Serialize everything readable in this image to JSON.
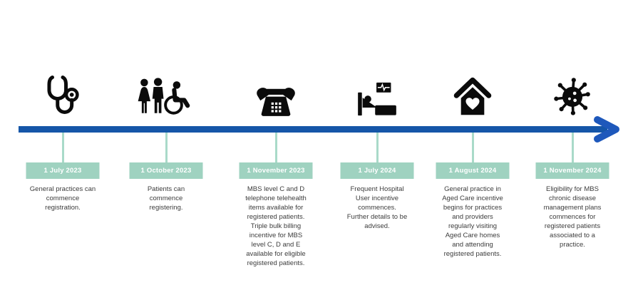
{
  "diagram": {
    "type": "timeline",
    "colors": {
      "timeline_bar": "#1556a8",
      "arrowhead": "#1e58bb",
      "connector": "#a9dac9",
      "date_box_bg": "#9fd2c0",
      "date_box_text": "#ffffff",
      "body_text": "#3c3c3c",
      "icon": "#0b0b0b",
      "background": "#ffffff"
    },
    "milestones": [
      {
        "icon": "stethoscope-icon",
        "date": "1 July 2023",
        "lines": [
          "General practices can",
          "commence",
          "registration."
        ]
      },
      {
        "icon": "patients-group-icon",
        "date": "1 October 2023",
        "lines": [
          "Patients can",
          "commence",
          "registering."
        ]
      },
      {
        "icon": "telephone-icon",
        "date": "1 November 2023",
        "lines": [
          "MBS level C and D",
          "telephone telehealth",
          "items available for",
          "registered patients.",
          "Triple bulk billing",
          "incentive for MBS",
          "level C, D and E",
          "available for eligible",
          "registered patients."
        ]
      },
      {
        "icon": "hospital-bed-icon",
        "date": "1 July 2024",
        "lines": [
          "Frequent Hospital",
          "User incentive",
          "commences.",
          "Further details to be",
          "advised."
        ]
      },
      {
        "icon": "house-heart-icon",
        "date": "1 August 2024",
        "lines": [
          "General practice in",
          "Aged Care incentive",
          "begins for practices",
          "and providers",
          "regularly visiting",
          "Aged Care homes",
          "and attending",
          "registered patients."
        ]
      },
      {
        "icon": "virus-icon",
        "date": "1 November 2024",
        "lines": [
          "Eligibility for MBS",
          "chronic disease",
          "management plans",
          "commences for",
          "registered patients",
          "associated to a",
          "practice."
        ]
      }
    ]
  }
}
